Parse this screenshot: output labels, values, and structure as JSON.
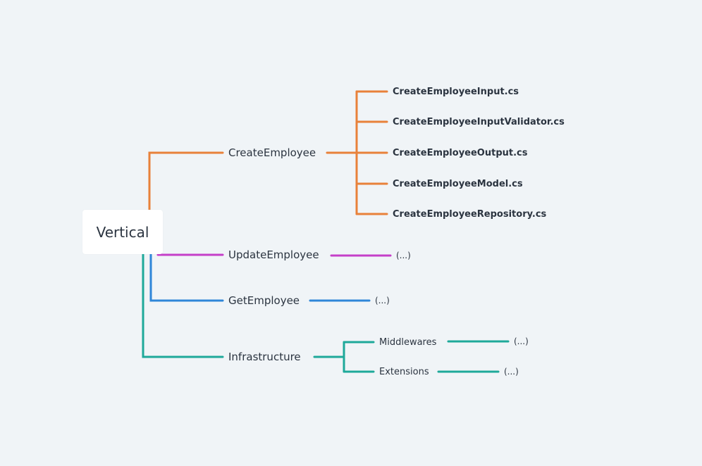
{
  "root": {
    "label": "Vertical"
  },
  "branches": [
    {
      "label": "CreateEmployee",
      "color": "#e8813a",
      "children": [
        "CreateEmployeeInput.cs",
        "CreateEmployeeInputValidator.cs",
        "CreateEmployeeOutput.cs",
        "CreateEmployeeModel.cs",
        "CreateEmployeeRepository.cs"
      ]
    },
    {
      "label": "UpdateEmployee",
      "color": "#c53fc8",
      "children": [
        "(...)"
      ]
    },
    {
      "label": "GetEmployee",
      "color": "#2f86d8",
      "children": [
        "(...)"
      ]
    },
    {
      "label": "Infrastructure",
      "color": "#1ea99a",
      "children": [
        {
          "label": "Middlewares",
          "children": [
            "(...)"
          ]
        },
        {
          "label": "Extensions",
          "children": [
            "(...)"
          ]
        }
      ]
    }
  ]
}
